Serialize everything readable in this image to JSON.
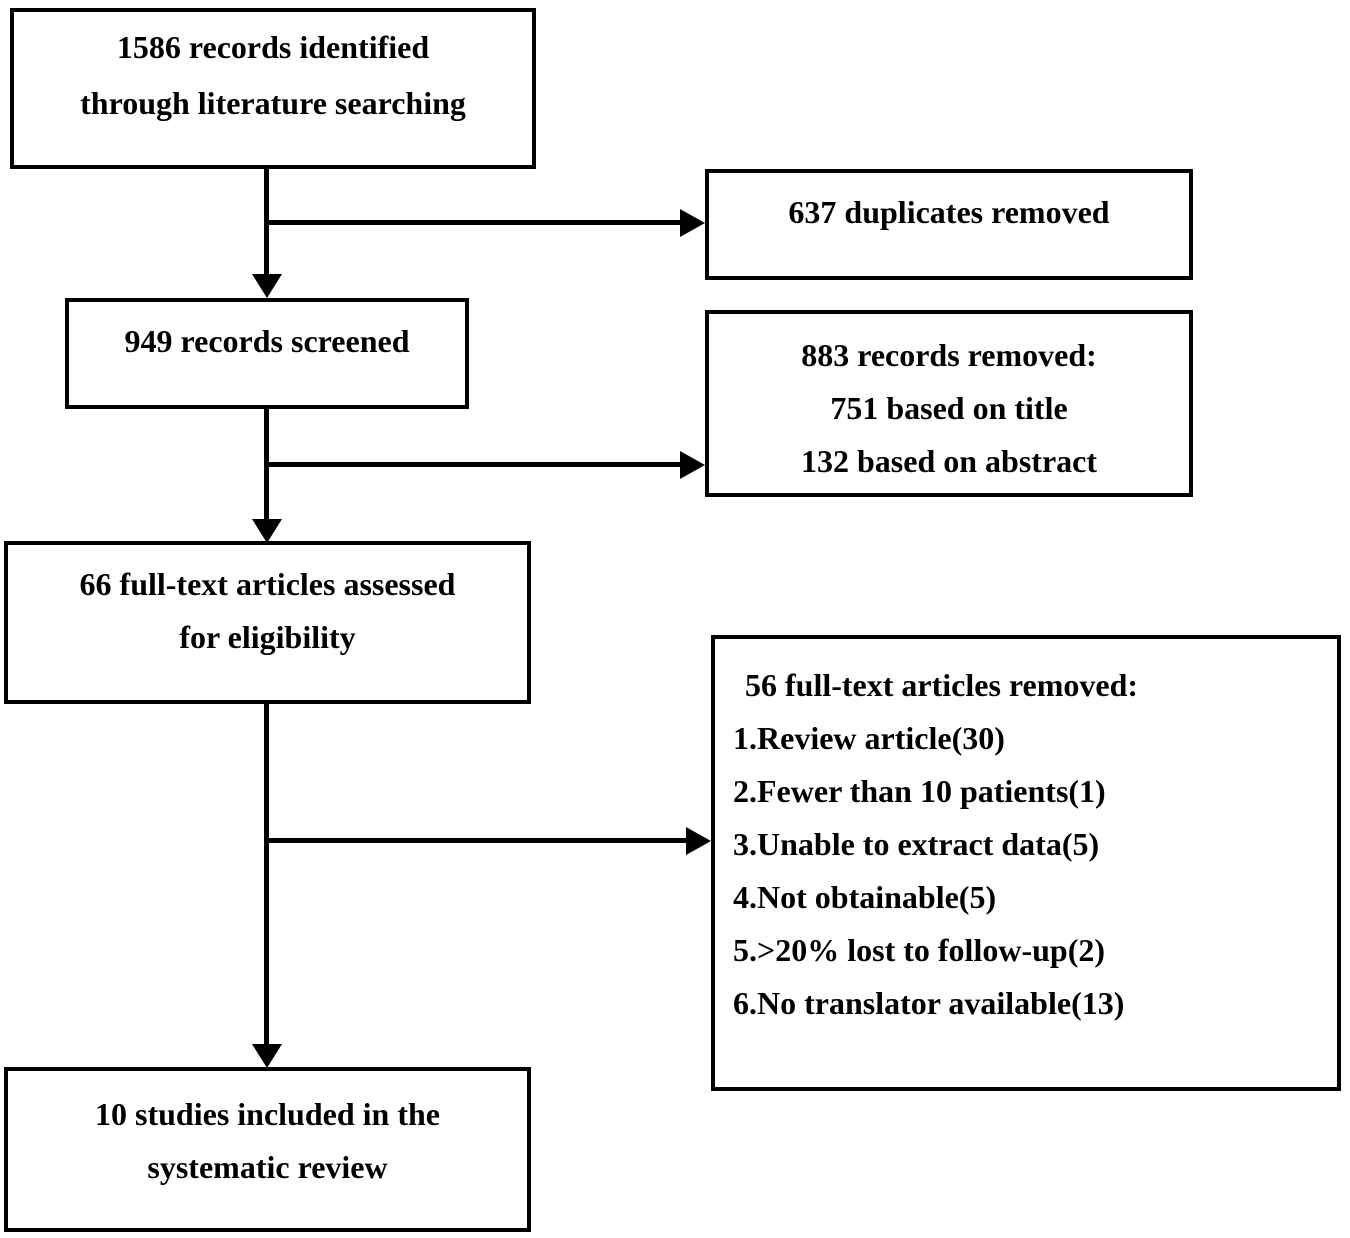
{
  "colors": {
    "line": "#000000",
    "background": "#ffffff",
    "text": "#000000"
  },
  "boxes": {
    "identified": {
      "lines": [
        "1586 records identified",
        "through literature searching"
      ]
    },
    "duplicates_removed": {
      "lines": [
        "637 duplicates removed"
      ]
    },
    "screened": {
      "lines": [
        "949 records screened"
      ]
    },
    "records_removed": {
      "lines": [
        "883 records removed:",
        "751 based on title",
        "132 based on abstract"
      ]
    },
    "fulltext_assessed": {
      "lines": [
        "66 full-text articles assessed",
        "for eligibility"
      ]
    },
    "fulltext_removed": {
      "title": "56 full-text articles removed:",
      "items": [
        "1.Review article(30)",
        "2.Fewer than 10 patients(1)",
        "3.Unable to extract data(5)",
        "4.Not obtainable(5)",
        "5.>20% lost to follow-up(2)",
        "6.No translator available(13)"
      ]
    },
    "included": {
      "lines": [
        "10 studies included in the",
        "systematic review"
      ]
    }
  }
}
